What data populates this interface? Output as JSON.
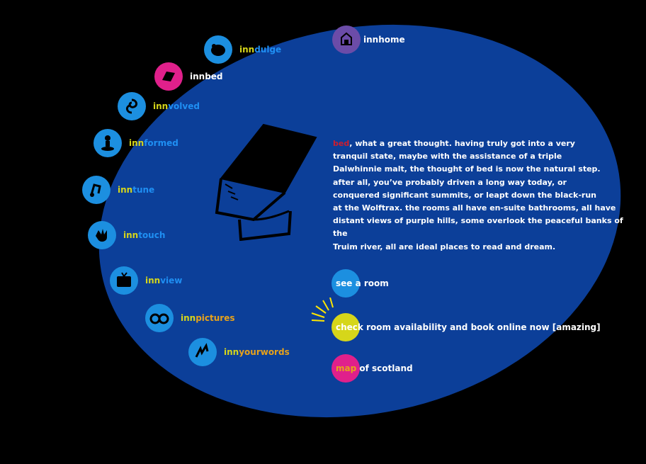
{
  "nav": {
    "home": {
      "label": "innhome"
    },
    "items": [
      {
        "prefix": "inn",
        "rest": "dulge",
        "icon": "pig-icon"
      },
      {
        "full": "innbed",
        "icon": "bed-book-icon"
      },
      {
        "prefix": "inn",
        "rest": "volved",
        "icon": "swirl-icon"
      },
      {
        "prefix": "inn",
        "rest": "formed",
        "icon": "info-figure-icon"
      },
      {
        "prefix": "inn",
        "rest": "tune",
        "icon": "music-icon"
      },
      {
        "prefix": "inn",
        "rest": "touch",
        "icon": "hand-icon"
      },
      {
        "prefix": "inn",
        "rest": "view",
        "icon": "tv-icon"
      },
      {
        "prefix": "inn",
        "rest": "pictures",
        "icon": "binoculars-icon"
      },
      {
        "prefix": "inn",
        "rest": "yourwords",
        "icon": "speech-icon"
      }
    ]
  },
  "main": {
    "bed_word": "bed",
    "text_lines": [
      ", what a great thought.  having truly got into a very",
      "tranquil state, maybe with the assistance of a triple",
      "Dalwhinnie malt, the thought of bed is now the natural step.",
      "after all, you’ve probably driven a long way today, or",
      "conquered significant summits, or leapt down the black-run",
      "at the Wolftrax.  the rooms all have en-suite bathrooms, all have",
      "distant views of purple hills, some overlook the peaceful banks of the",
      "Truim river, all are ideal places to read and dream."
    ]
  },
  "actions": {
    "see_room": "see a room",
    "check_room": "check room availability and book online now [amazing]",
    "map_bold": "map",
    "map_rest": " of scotland"
  },
  "colors": {
    "background": "#000000",
    "ellipse": "#0c3f99",
    "cyan": "#1c8fe0",
    "magenta": "#e0208b",
    "purple": "#6b4ca8",
    "yellow": "#d6d61a",
    "bed_red": "#cc1d2e"
  }
}
